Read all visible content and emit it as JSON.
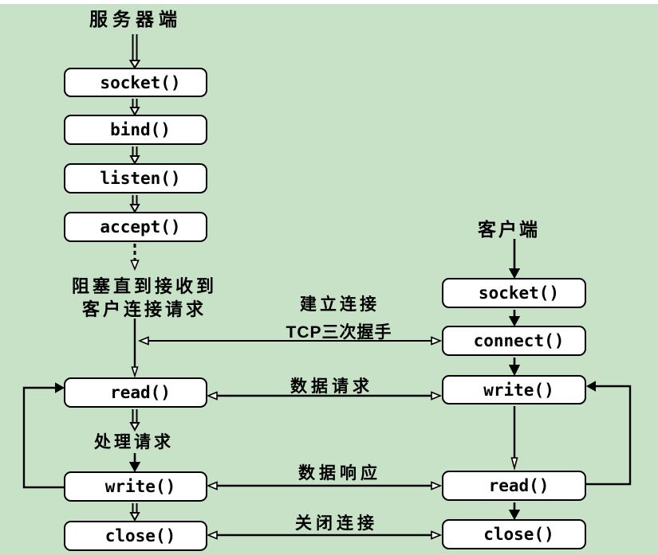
{
  "colors": {
    "background": "#c8e2c8",
    "box_fill": "#ffffff",
    "box_border": "#000000",
    "line": "#000000",
    "text": "#000000"
  },
  "server": {
    "title": "服务器端",
    "boxes": [
      "socket()",
      "bind()",
      "listen()",
      "accept()",
      "read()",
      "write()",
      "close()"
    ],
    "blocking_note_line1": "阻塞直到接收到",
    "blocking_note_line2": "客户连接请求",
    "process_label": "处理请求"
  },
  "client": {
    "title": "客户端",
    "boxes": [
      "socket()",
      "connect()",
      "write()",
      "read()",
      "close()"
    ]
  },
  "links": {
    "establish_line1": "建立连接",
    "establish_line2": "TCP三次握手",
    "data_request": "数据请求",
    "data_response": "数据响应",
    "close_connection": "关闭连接"
  }
}
